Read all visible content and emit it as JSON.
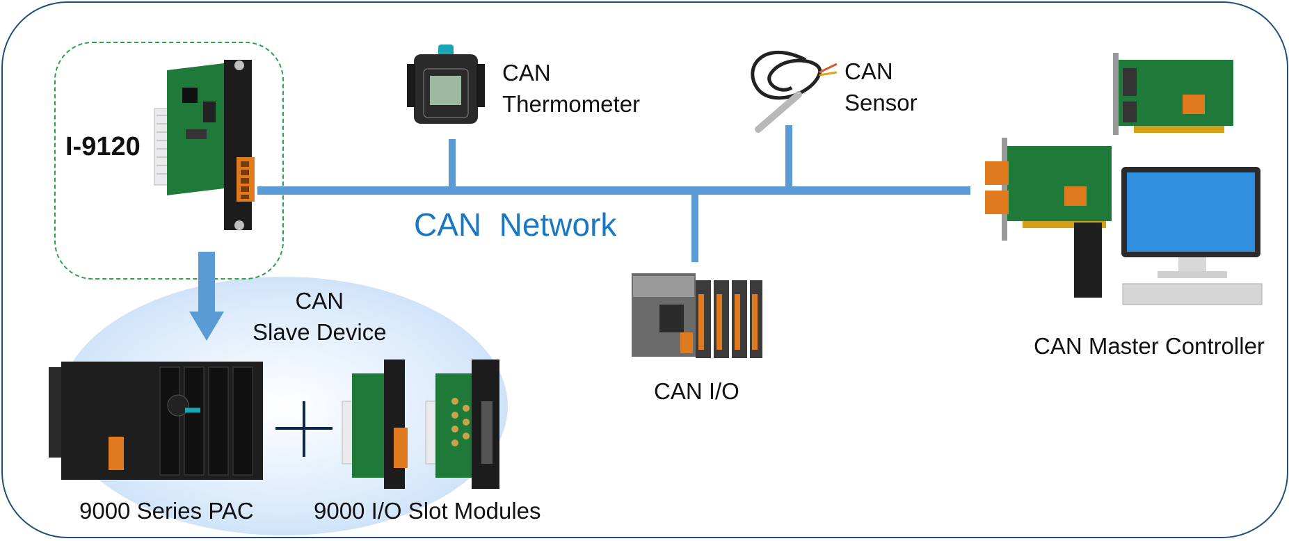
{
  "title": "",
  "network_label": "CAN  Network",
  "module": {
    "name": "I-9120"
  },
  "devices": {
    "thermometer": "CAN\nThermometer",
    "sensor": "CAN\nSensor",
    "io": "CAN I/O",
    "master": "CAN Master Controller"
  },
  "slave_group": {
    "label": "CAN\nSlave Device",
    "pac": "9000 Series PAC",
    "slot_modules": "9000 I/O Slot Modules",
    "plus": "+"
  },
  "colors": {
    "network_line": "#5b9bd5",
    "network_text": "#1a78c2",
    "dashed_border": "#2ca14a",
    "frame_border": "#1f4e79",
    "slave_area": "#b9d5f5",
    "pcb_green": "#1f7a3a",
    "terminal_orange": "#e07a1f"
  },
  "icons": [
    "i9120-module-icon",
    "thermometer-device-icon",
    "sensor-probe-icon",
    "can-io-unit-icon",
    "can-card-icon",
    "computer-icon",
    "pac-chassis-icon",
    "slot-module-icon",
    "down-arrow-icon"
  ]
}
